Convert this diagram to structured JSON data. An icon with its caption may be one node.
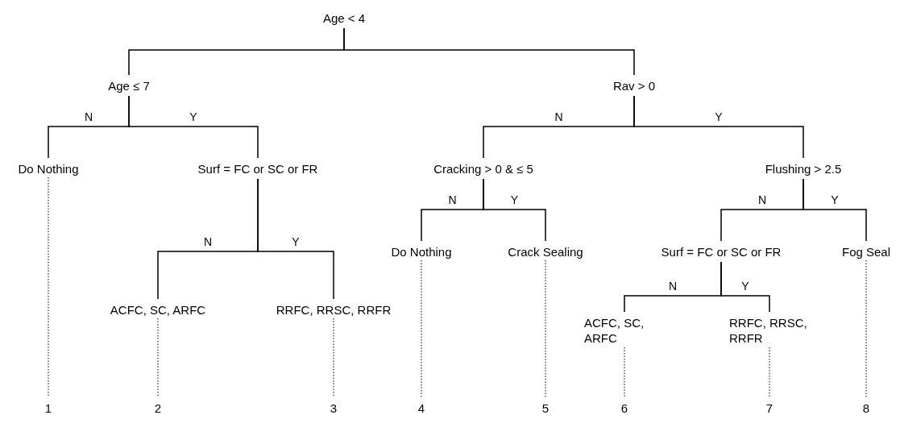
{
  "diagram": {
    "nodes": [
      {
        "text": [
          "Age < 4"
        ]
      },
      {
        "text": [
          "Age ≤ 7"
        ]
      },
      {
        "text": [
          "Rav > 0"
        ]
      },
      {
        "text": [
          "Do Nothing"
        ]
      },
      {
        "text": [
          "Surf = FC or SC or FR"
        ]
      },
      {
        "text": [
          "Cracking > 0 & ≤ 5"
        ]
      },
      {
        "text": [
          "Flushing > 2.5"
        ]
      },
      {
        "text": [
          "ACFC, SC, ARFC"
        ]
      },
      {
        "text": [
          "RRFC, RRSC, RRFR"
        ]
      },
      {
        "text": [
          "Do Nothing"
        ]
      },
      {
        "text": [
          "Crack Sealing"
        ]
      },
      {
        "text": [
          "Surf = FC or SC or FR"
        ]
      },
      {
        "text": [
          "Fog Seal"
        ]
      },
      {
        "text": [
          "ACFC, SC, ARFC"
        ]
      },
      {
        "text": [
          "RRFC, RRSC, RRFR"
        ]
      },
      {
        "text": [
          "1"
        ]
      },
      {
        "text": [
          "2"
        ]
      },
      {
        "text": [
          "3"
        ]
      },
      {
        "text": [
          "4"
        ]
      },
      {
        "text": [
          "5"
        ]
      },
      {
        "text": [
          "6"
        ]
      },
      {
        "text": [
          "7"
        ]
      },
      {
        "text": [
          "8"
        ]
      }
    ],
    "edges": [
      {
        "from": 0,
        "to": 1,
        "arrow": "none"
      },
      {
        "from": 0,
        "to": 2,
        "arrow": "none"
      },
      {
        "from": 1,
        "to": 3,
        "arrow": "none",
        "label": "N"
      },
      {
        "from": 1,
        "to": 4,
        "arrow": "none",
        "label": "Y"
      },
      {
        "from": 2,
        "to": 5,
        "arrow": "none",
        "label": "N"
      },
      {
        "from": 2,
        "to": 6,
        "arrow": "none",
        "label": "Y"
      },
      {
        "from": 4,
        "to": 7,
        "arrow": "none",
        "label": "N"
      },
      {
        "from": 4,
        "to": 8,
        "arrow": "none",
        "label": "Y"
      },
      {
        "from": 5,
        "to": 9,
        "arrow": "none",
        "label": "N"
      },
      {
        "from": 5,
        "to": 10,
        "arrow": "none",
        "label": "Y"
      },
      {
        "from": 6,
        "to": 11,
        "arrow": "none",
        "label": "N"
      },
      {
        "from": 6,
        "to": 12,
        "arrow": "none",
        "label": "Y"
      },
      {
        "from": 11,
        "to": 13,
        "arrow": "none",
        "label": "N"
      },
      {
        "from": 11,
        "to": 14,
        "arrow": "none",
        "label": "Y"
      },
      {
        "from": 3,
        "to": 15,
        "arrow": "none",
        "style": "dashed"
      },
      {
        "from": 7,
        "to": 16,
        "arrow": "none",
        "style": "dashed"
      },
      {
        "from": 8,
        "to": 17,
        "arrow": "none",
        "style": "dashed"
      },
      {
        "from": 9,
        "to": 18,
        "arrow": "none",
        "style": "dashed"
      },
      {
        "from": 10,
        "to": 19,
        "arrow": "none",
        "style": "dashed"
      },
      {
        "from": 13,
        "to": 20,
        "arrow": "none",
        "style": "dashed"
      },
      {
        "from": 14,
        "to": 21,
        "arrow": "none",
        "style": "dashed"
      },
      {
        "from": 12,
        "to": 22,
        "arrow": "none",
        "style": "dashed"
      }
    ]
  }
}
